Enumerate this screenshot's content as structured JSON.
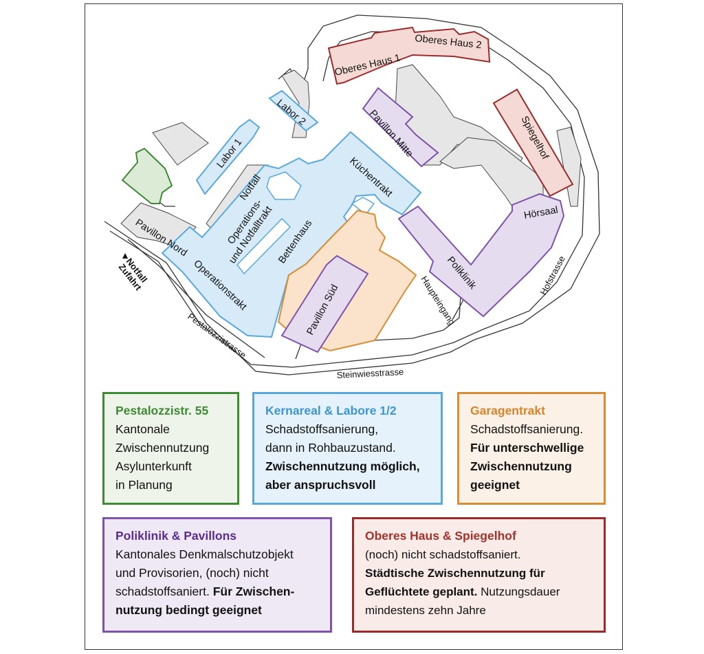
{
  "map": {
    "buildings": {
      "oberes_haus_1": "Oberes Haus 1",
      "oberes_haus_2": "Oberes Haus 2",
      "labor_2": "Labor 2",
      "labor_1": "Labor 1",
      "pavillon_mitte": "Pavillon Mitte",
      "spiegelhof": "Spiegelhof",
      "kuechentrakt": "Küchentrakt",
      "notfall": "Notfall",
      "operations_line1": "Operations-",
      "operations_line2": "und Notfalltrakt",
      "bettenhaus": "Bettenhaus",
      "pavillon_nord": "Pavillon Nord",
      "operationstrakt": "Operationstrakt",
      "hoersaal": "Hörsaal",
      "poliklinik": "Poliklinik",
      "pavillon_sued": "Pavillon Süd"
    },
    "streets": {
      "pestalozzistrasse": "Pestalozzistrasse",
      "steinwiesstrasse": "Steinwiesstrasse",
      "hofstrasse": "Hofstrasse",
      "haupteingang": "Haupteingang"
    },
    "access": {
      "notfall": "Notfall",
      "zufahrt": "Zufahrt"
    }
  },
  "legend": {
    "green": {
      "title": "Pestalozzistr. 55",
      "lines": [
        "Kantonale",
        "Zwischennutzung",
        "Asylunterkunft",
        "in Planung"
      ]
    },
    "blue": {
      "title": "Kernareal & Labore 1/2",
      "line1": "Schadstoffsanierung,",
      "line2": "dann in Rohbauzustand.",
      "bold1": "Zwischennutzung möglich,",
      "bold2": "aber anspruchsvoll"
    },
    "orange": {
      "title": "Garagentrakt",
      "line1": "Schadstoffsanierung.",
      "bold1": "Für unterschwellige",
      "bold2": "Zwischennutzung",
      "bold3": "geeignet"
    },
    "purple": {
      "title": "Poliklinik & Pavillons",
      "line1": "Kantonales Denkmalschutzobjekt",
      "line2": "und Provisorien, (noch) nicht",
      "line3_normal": "schadstoffsaniert. ",
      "line3_bold": "Für Zwischen-",
      "line4_bold": "nutzung bedingt geeignet"
    },
    "red": {
      "title": "Oberes Haus & Spiegelhof",
      "line1": "(noch) nicht schadstoffsaniert.",
      "bold1": "Städtische Zwischennutzung für",
      "bold2": "Geflüchtete geplant.",
      "line3_rest": " Nutzungsdauer",
      "line4": "mindestens zehn Jahre"
    },
    "colors": {
      "green": "#3e8a35",
      "blue": "#58a8dd",
      "orange": "#d98c33",
      "purple": "#7e52aa",
      "red": "#9b2b2b",
      "grey": "#e6e6e6"
    }
  }
}
